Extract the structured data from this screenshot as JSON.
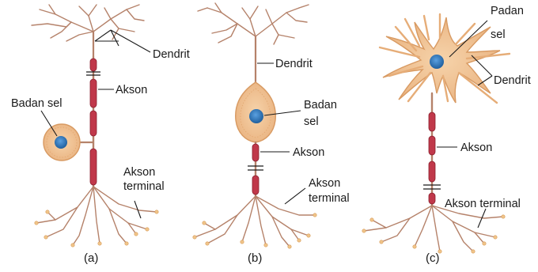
{
  "neuron_a": {
    "dendrite_label": "Dendrit",
    "axon_label": "Akson",
    "cell_body_label": "Badan sel",
    "terminal_label_line1": "Akson",
    "terminal_label_line2": "terminal",
    "caption": "(a)"
  },
  "neuron_b": {
    "dendrite_label": "Dendrit",
    "cell_body_label_line1": "Badan",
    "cell_body_label_line2": "sel",
    "axon_label": "Akson",
    "terminal_label_line1": "Akson",
    "terminal_label_line2": "terminal",
    "caption": "(b)"
  },
  "neuron_c": {
    "cell_body_label_line1": "Padan",
    "cell_body_label_line2": "sel",
    "dendrite_label": "Dendrit",
    "axon_label": "Akson",
    "terminal_label": "Akson terminal",
    "caption": "(c)"
  },
  "colors": {
    "cell_body_fill": "#f3c99a",
    "cell_body_stroke": "#d89a62",
    "nucleus": "#2f76b8",
    "myelin": "#c0384a",
    "dendrite": "#b5826a"
  }
}
